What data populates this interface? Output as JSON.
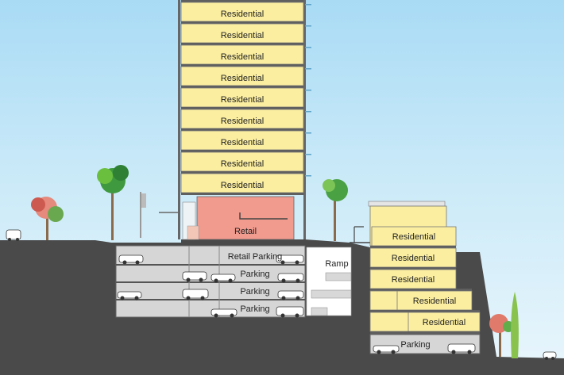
{
  "tower": {
    "floors": [
      "Residential",
      "Residential",
      "Residential",
      "Residential",
      "Residential",
      "Residential",
      "Residential",
      "Residential",
      "Residential"
    ],
    "retail": "Retail"
  },
  "podium": {
    "levels": [
      "Residential",
      "Residential",
      "Residential",
      "Residential",
      "Residential"
    ],
    "parking": "Parking"
  },
  "garage": {
    "levels": [
      "Retail Parking",
      "Parking",
      "Parking",
      "Parking"
    ],
    "ramp": "Ramp"
  },
  "colors": {
    "residential": "#fbeea0",
    "retail": "#f19a8e",
    "ground": "#4a4a4a",
    "parking": "#d9d9d9",
    "sky": "#a9dbf5"
  }
}
